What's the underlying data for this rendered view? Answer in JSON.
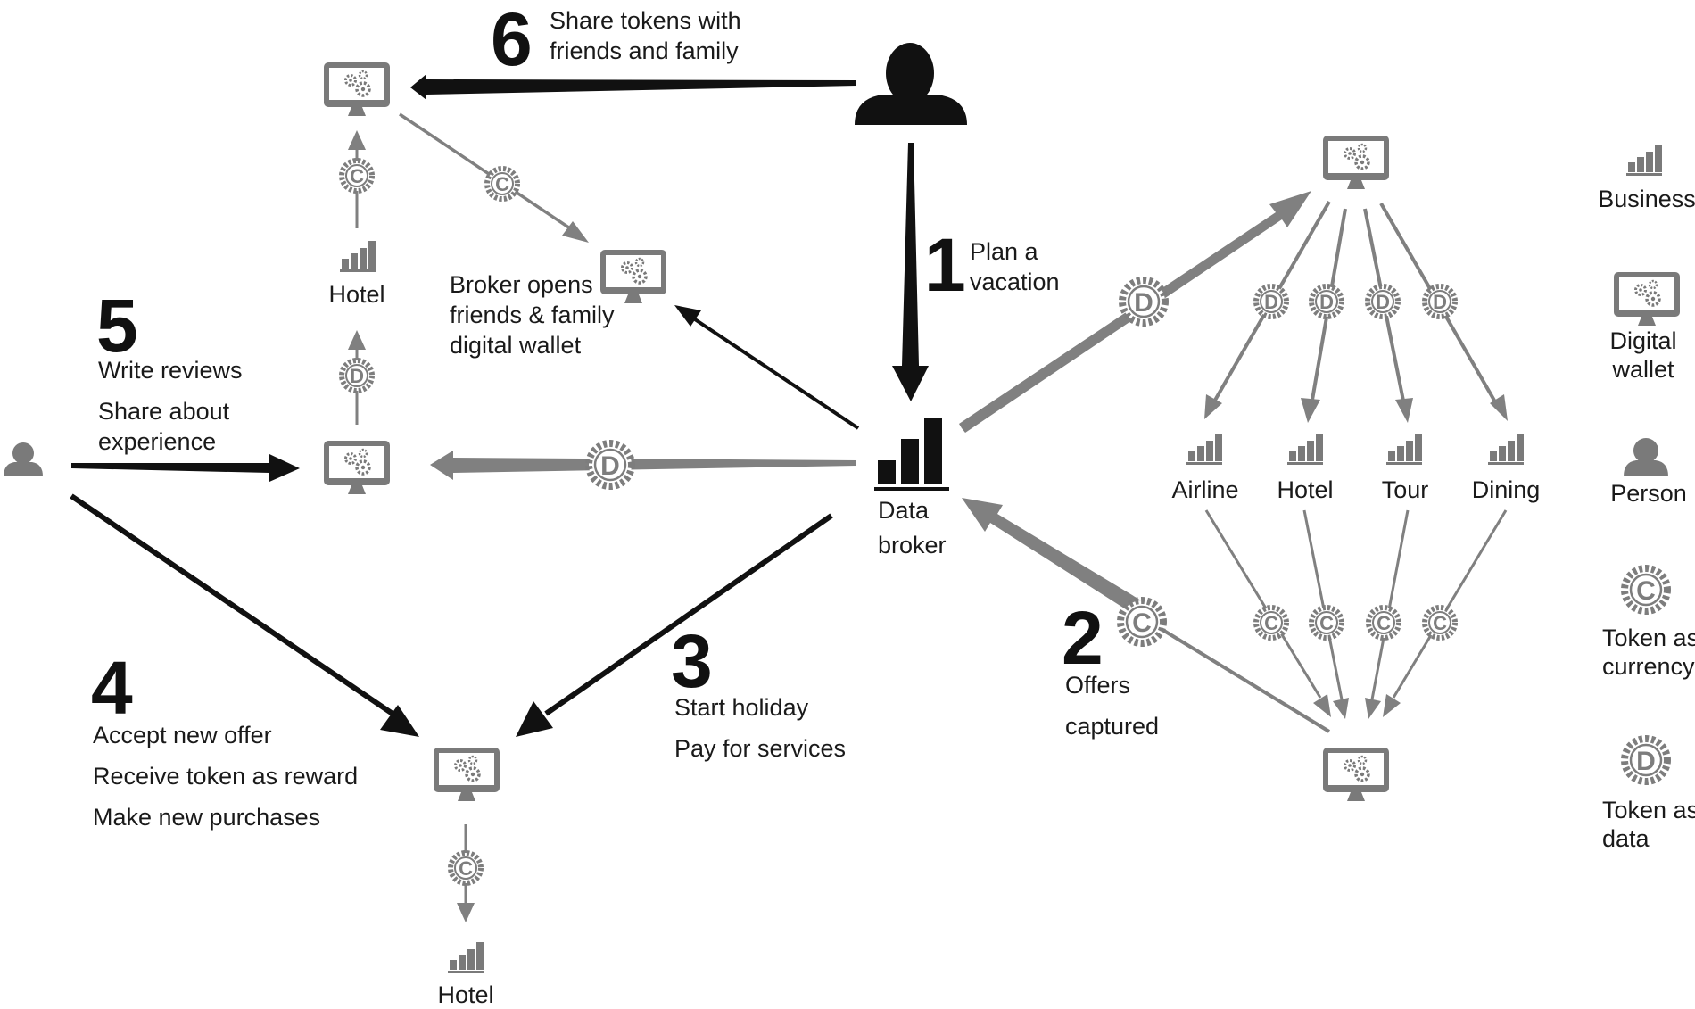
{
  "steps": {
    "s1": {
      "num": "1",
      "l1": "Plan a",
      "l2": "vacation"
    },
    "s2": {
      "num": "2",
      "l1": "Offers",
      "l2": "captured"
    },
    "s3": {
      "num": "3",
      "l1": "Start holiday",
      "l2": "Pay for services"
    },
    "s4": {
      "num": "4",
      "l1": "Accept new offer",
      "l2": "Receive token as reward",
      "l3": "Make new purchases"
    },
    "s5": {
      "num": "5",
      "l1": "Write reviews",
      "l2": "Share about",
      "l3": "experience"
    },
    "s6": {
      "num": "6",
      "l1": "Share tokens with",
      "l2": "friends and family"
    }
  },
  "nodes": {
    "broker_l1": "Data",
    "broker_l2": "broker",
    "hotel_top": "Hotel",
    "hotel_bottom": "Hotel",
    "friends_l1": "Broker opens",
    "friends_l2": "friends & family",
    "friends_l3": "digital wallet",
    "airline": "Airline",
    "hotel_right": "Hotel",
    "tour": "Tour",
    "dining": "Dining"
  },
  "tokens": {
    "currency": "C",
    "data": "D"
  },
  "legend": {
    "business": "Business",
    "wallet_l1": "Digital",
    "wallet_l2": "wallet",
    "person": "Person",
    "currency_l1": "Token as",
    "currency_l2": "currency",
    "data_l1": "Token as",
    "data_l2": "data"
  },
  "colors": {
    "dark": "#111111",
    "gray": "#808080",
    "token": "#7d7d7d"
  }
}
